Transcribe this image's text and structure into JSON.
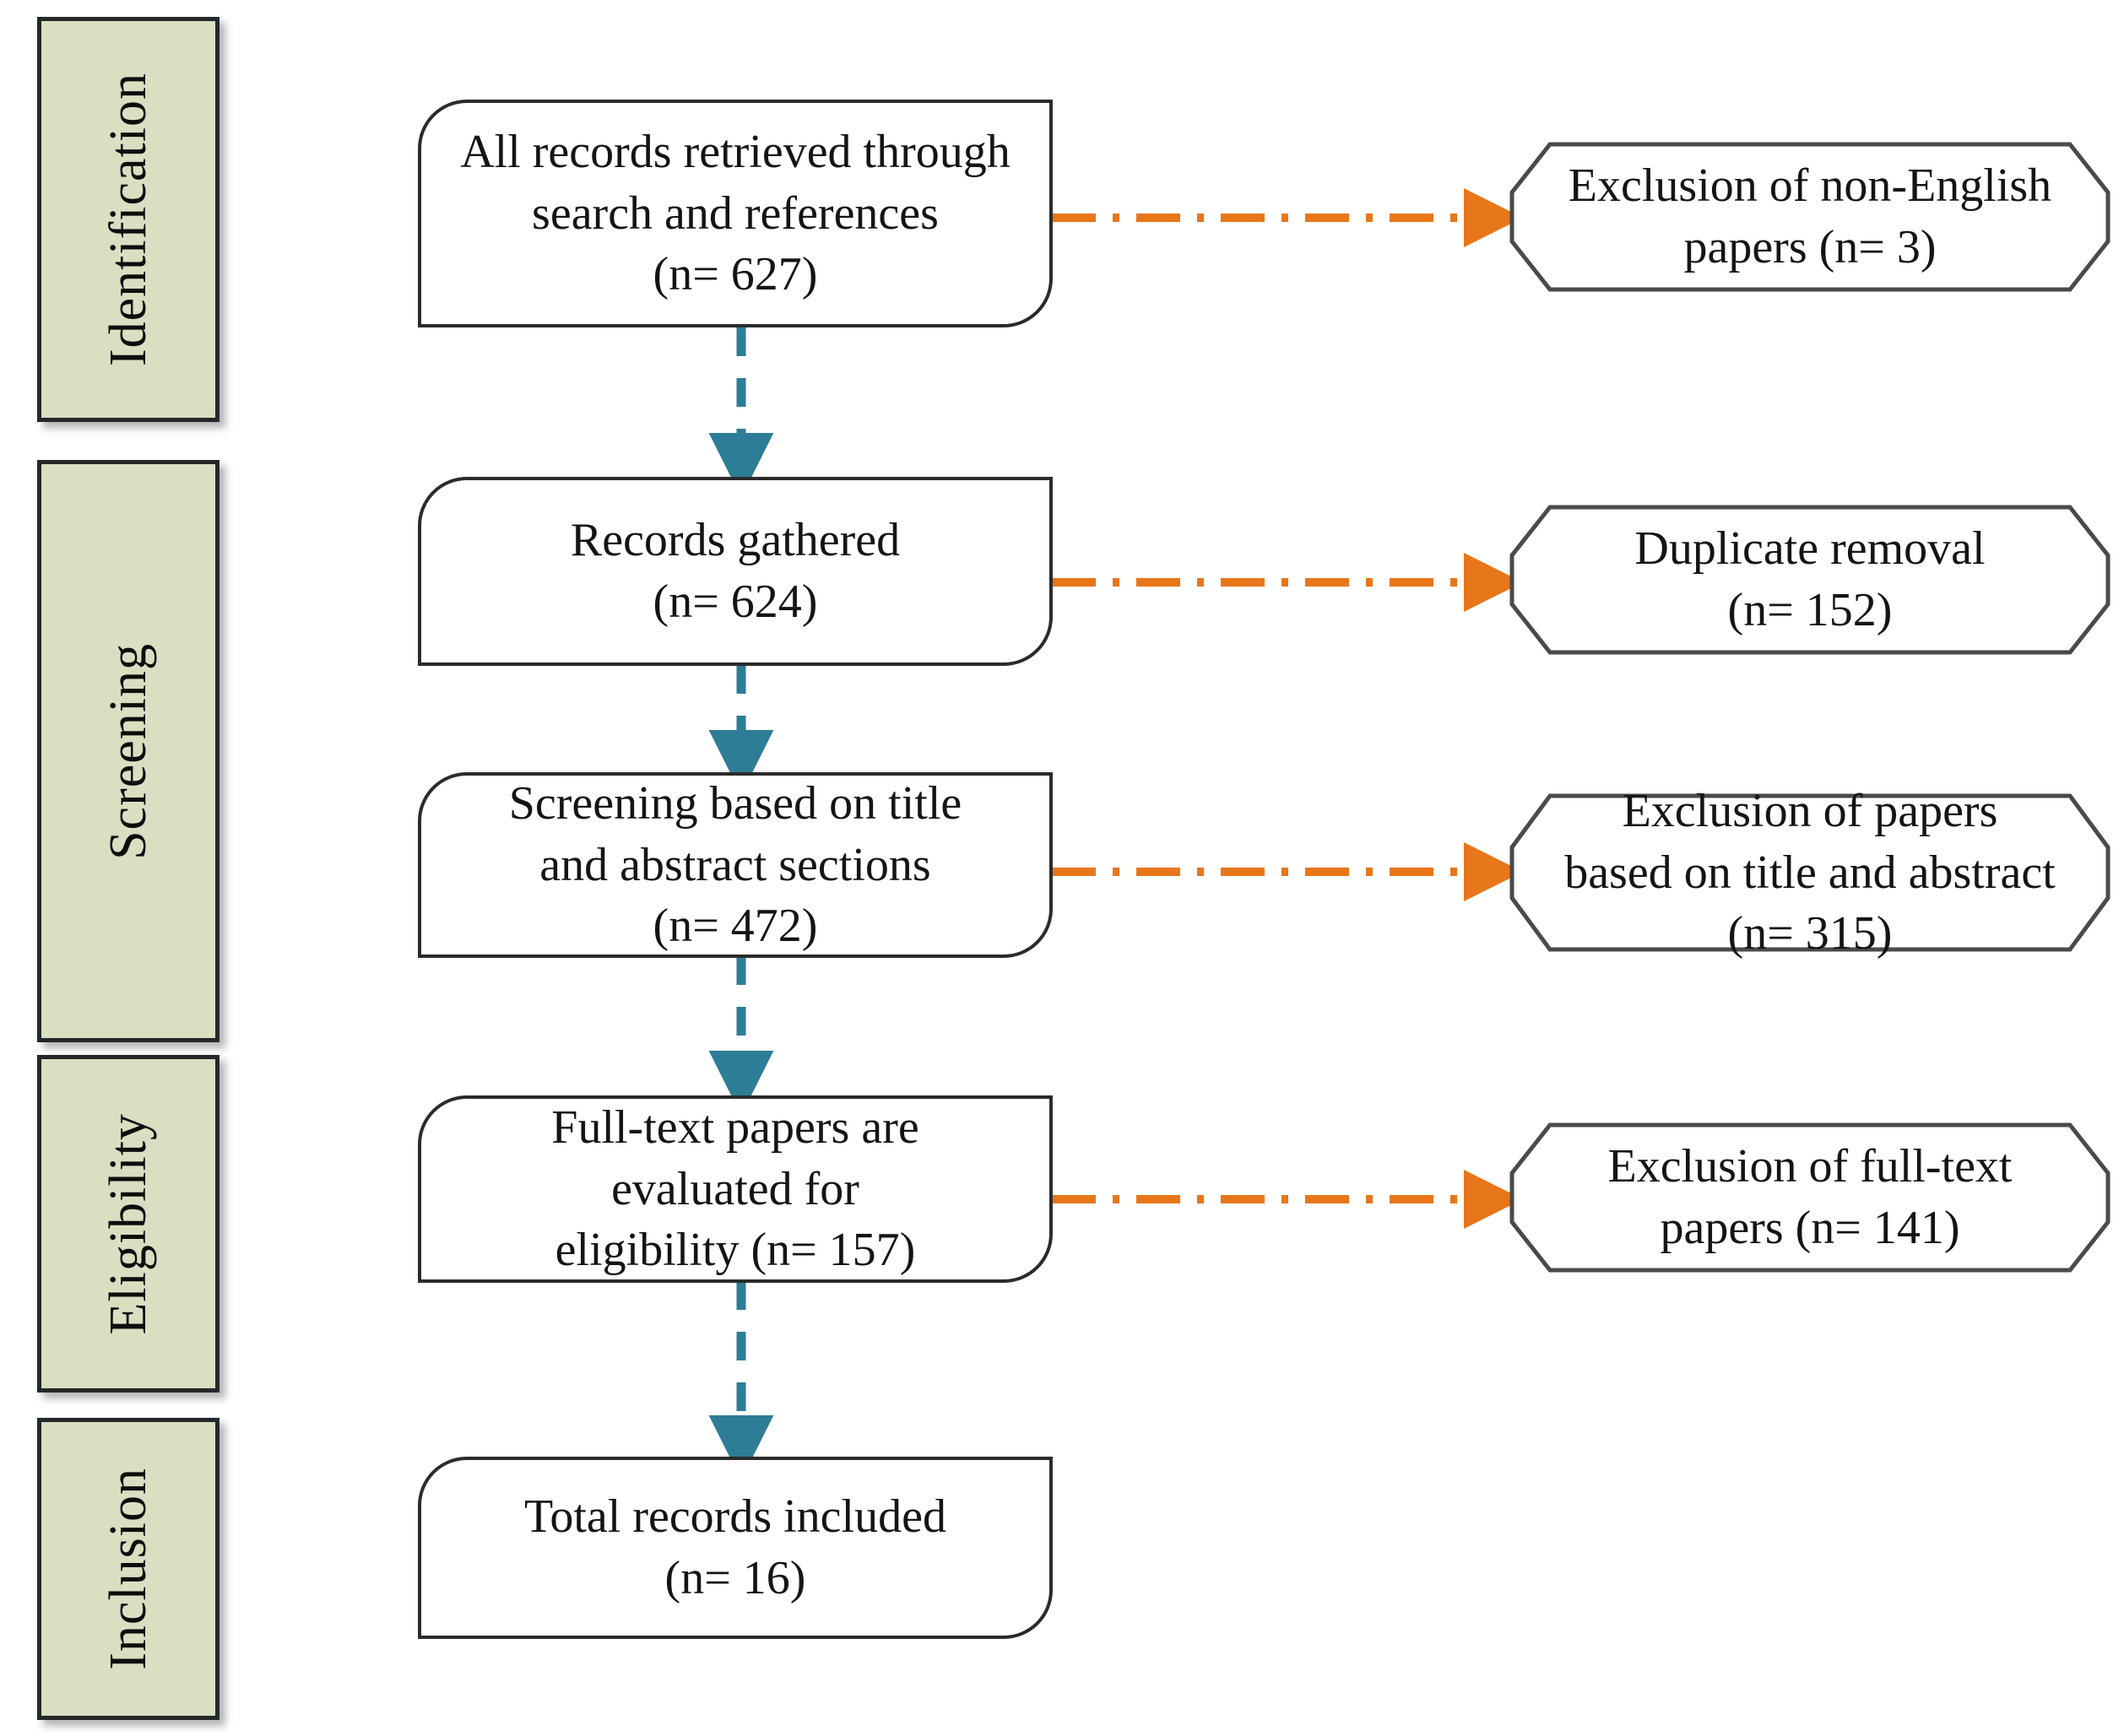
{
  "diagram": {
    "type": "prisma-flow-diagram",
    "colors": {
      "phase_fill": "#d9dfc1",
      "phase_border": "#24282a",
      "box_border": "#2b2b2b",
      "box_fill": "#ffffff",
      "vertical_arrow": "#2e7d96",
      "exclusion_arrow": "#e8761a",
      "text": "#141414"
    },
    "phases": [
      {
        "id": "identification",
        "label": "Identification"
      },
      {
        "id": "screening",
        "label": "Screening"
      },
      {
        "id": "eligibility",
        "label": "Eligibility"
      },
      {
        "id": "inclusion",
        "label": "Inclusion"
      }
    ],
    "stages": [
      {
        "id": "records-retrieved",
        "text": "All records retrieved through\nsearch and references\n(n= 627)",
        "n": 627
      },
      {
        "id": "records-gathered",
        "text": "Records gathered\n(n= 624)",
        "n": 624
      },
      {
        "id": "title-abstract-screening",
        "text": "Screening based on title\nand abstract sections\n(n= 472)",
        "n": 472
      },
      {
        "id": "full-text-eligibility",
        "text": "Full-text papers are\nevaluated for\neligibility (n= 157)",
        "n": 157
      },
      {
        "id": "total-included",
        "text": "Total records included\n(n= 16)",
        "n": 16
      }
    ],
    "exclusions": [
      {
        "id": "non-english",
        "text": "Exclusion of non-English\npapers (n= 3)",
        "n": 3
      },
      {
        "id": "duplicate-removal",
        "text": "Duplicate removal\n(n= 152)",
        "n": 152
      },
      {
        "id": "title-abstract-exclusion",
        "text": "Exclusion of  papers\nbased on title and abstract\n(n= 315)",
        "n": 315
      },
      {
        "id": "full-text-exclusion",
        "text": "Exclusion of full-text\npapers (n= 141)",
        "n": 141
      }
    ]
  }
}
